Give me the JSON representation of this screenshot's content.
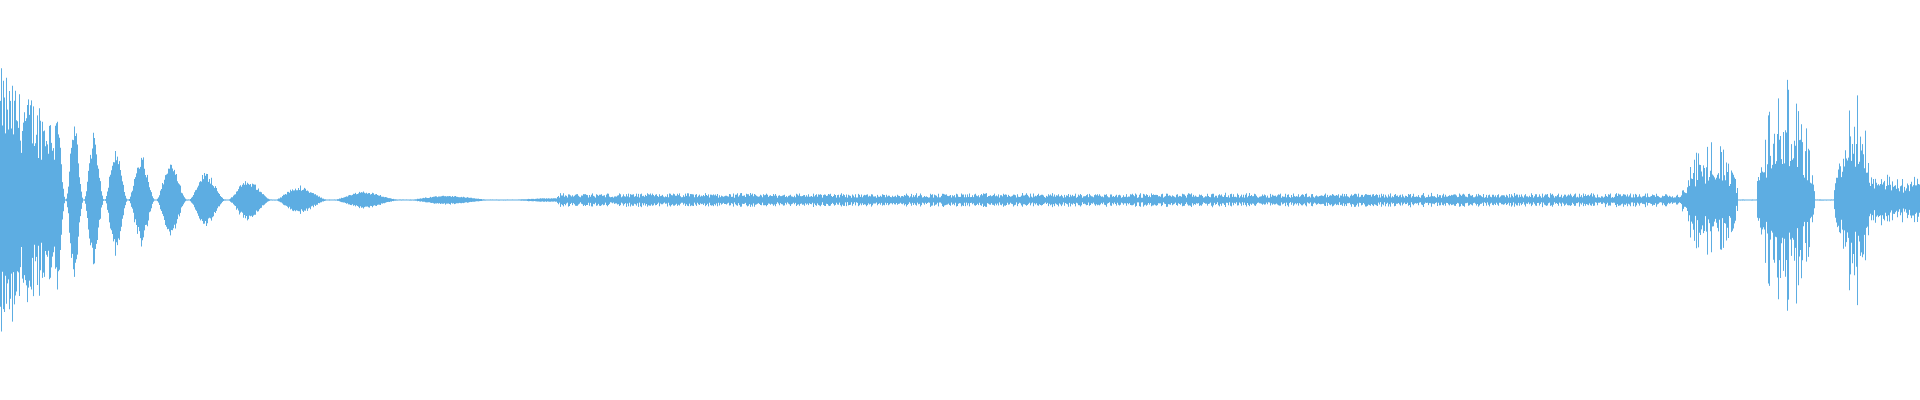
{
  "waveform": {
    "color": "#5DADE2",
    "background": "#ffffff",
    "segments": [
      {
        "name": "initial-decaying-bursts",
        "start": 0.0,
        "end": 0.29,
        "peak": 0.98,
        "style": "decaying-bursts"
      },
      {
        "name": "low-level-noise",
        "start": 0.29,
        "end": 0.876,
        "peak": 0.05,
        "style": "noise"
      },
      {
        "name": "burst-cluster-1",
        "start": 0.876,
        "end": 0.905,
        "peak": 0.45,
        "style": "burst"
      },
      {
        "name": "burst-cluster-2",
        "start": 0.915,
        "end": 0.945,
        "peak": 0.86,
        "style": "burst"
      },
      {
        "name": "burst-cluster-3",
        "start": 0.955,
        "end": 0.975,
        "peak": 0.78,
        "style": "burst"
      },
      {
        "name": "tail-noise",
        "start": 0.975,
        "end": 1.0,
        "peak": 0.18,
        "style": "noise"
      }
    ]
  }
}
